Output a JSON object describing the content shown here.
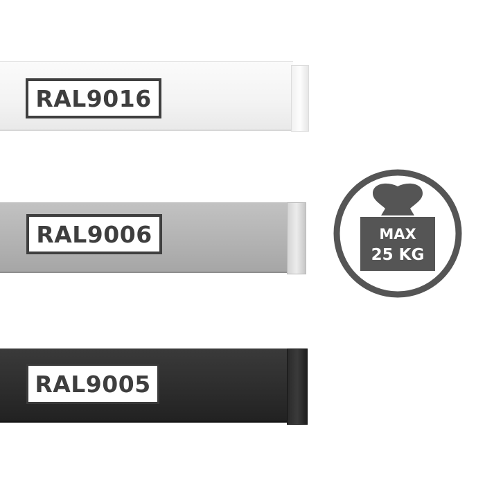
{
  "rails": [
    {
      "label": "RAL9016",
      "color": "#f5f5f5"
    },
    {
      "label": "RAL9006",
      "color": "#b5b5b5"
    },
    {
      "label": "RAL9005",
      "color": "#2c2c2c"
    }
  ],
  "badge": {
    "line1": "MAX",
    "line2": "25 KG",
    "color": "#555555",
    "icon": "weight-icon"
  }
}
